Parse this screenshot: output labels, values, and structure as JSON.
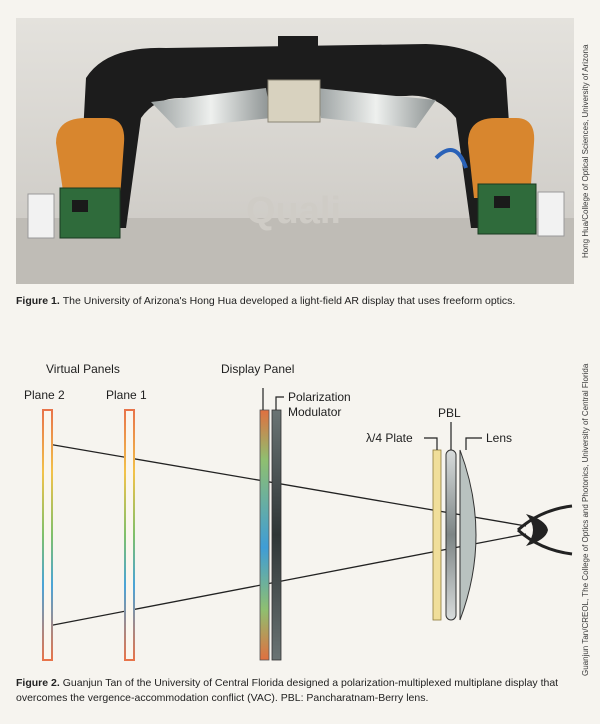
{
  "figure1": {
    "number": "Figure 1.",
    "caption": "The University of Arizona's Hong Hua developed a light-field AR display that uses freeform optics.",
    "credit": "Hong Hua/College of Optical Sciences, University of Arizona"
  },
  "figure2": {
    "number": "Figure 2.",
    "caption": "Guanjun Tan of the University of Central Florida designed a polarization-multiplexed multiplane display that overcomes the vergence-accommodation conflict (VAC). PBL: Pancharatnam-Berry lens.",
    "credit": "Guanjun Tan/CREOL, The College of Optics and Photonics, University of Central Florida",
    "labels": {
      "virtual_panels": "Virtual Panels",
      "plane2": "Plane 2",
      "plane1": "Plane 1",
      "display_panel": "Display Panel",
      "polarization_modulator_line1": "Polarization",
      "polarization_modulator_line2": "Modulator",
      "quarter_wave_plate": "λ/4 Plate",
      "pbl": "PBL",
      "lens": "Lens"
    },
    "colors": {
      "plate_yellow": "#f0de9a",
      "lens_gray": "#b9c0bf",
      "rainbow": [
        "#e86a4a",
        "#f2b54a",
        "#7fc06a",
        "#4aa4d8",
        "#6ab56e",
        "#e8744a"
      ]
    }
  }
}
